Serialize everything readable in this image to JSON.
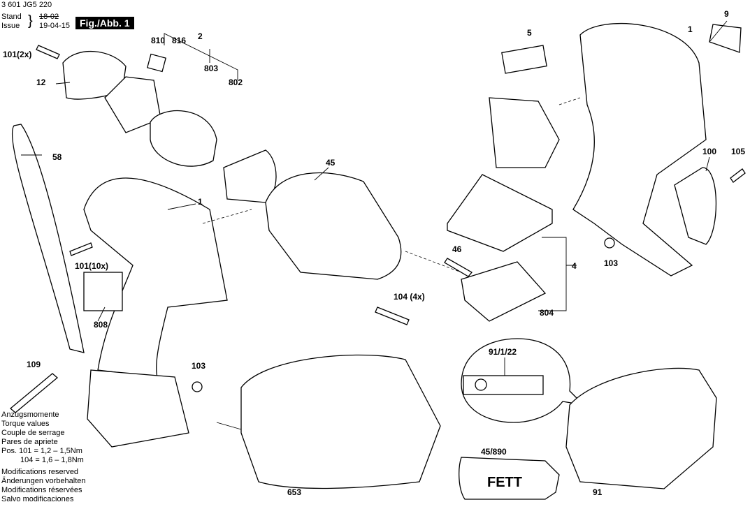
{
  "header": {
    "doc_number": "3 601 JG5 220",
    "stand_label": "Stand",
    "stand_value": "18-02",
    "issue_label": "Issue",
    "issue_value": "19-04-15",
    "figure": "Fig./Abb. 1"
  },
  "torque": {
    "lines": [
      "Anzugsmomente",
      "Torque values",
      "Couple de serrage",
      "Pares de apriete"
    ],
    "pos101": "Pos. 101  = 1,2 – 1,5Nm",
    "pos104": "104  = 1,6 – 1,8Nm"
  },
  "modifications": [
    "Modifications reserved",
    "Änderungen vorbehalten",
    "Modifications réservées",
    "Salvo modificaciones"
  ],
  "labels": {
    "l810": "810",
    "l816": "816",
    "l2": "2",
    "l803": "803",
    "l802": "802",
    "l101_2x": "101(2x)",
    "l12": "12",
    "l58": "58",
    "l1_left": "1",
    "l101_10x": "101(10x)",
    "l808": "808",
    "l109": "109",
    "l103_left": "103",
    "l45": "45",
    "l104_4x": "104 (4x)",
    "l5": "5",
    "l46": "46",
    "l4": "4",
    "l804": "804",
    "l1_right": "1",
    "l9": "9",
    "l100": "100",
    "l105": "105",
    "l103_right": "103",
    "l91_1_22": "91/1/22",
    "l45_890": "45/890",
    "fett": "FETT",
    "l653": "653",
    "l91": "91"
  }
}
